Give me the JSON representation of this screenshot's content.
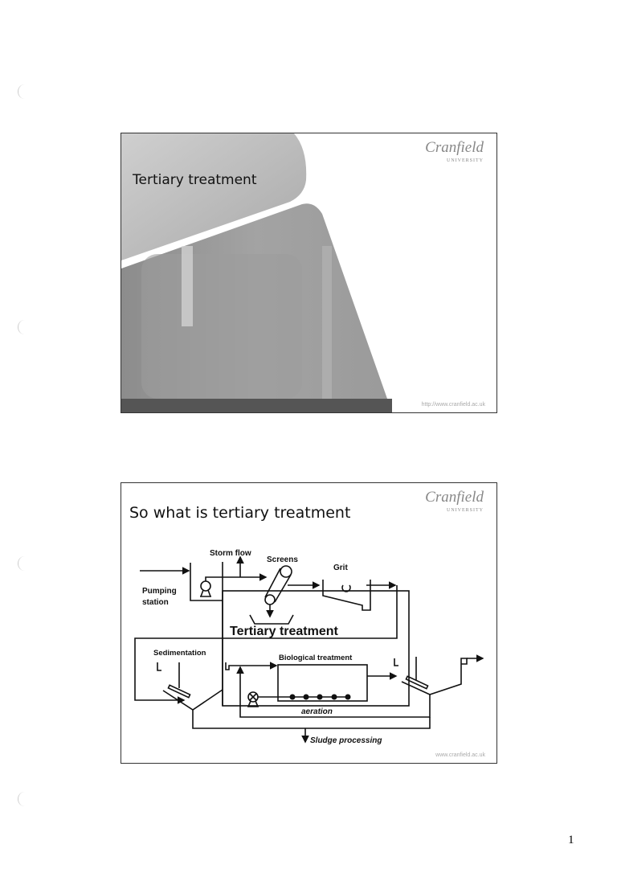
{
  "slides": [
    {
      "title": "Tertiary treatment",
      "logo": "Cranfield",
      "logo_sub": "UNIVERSITY",
      "url": "http://www.cranfield.ac.uk"
    },
    {
      "title": "So what is tertiary treatment",
      "logo": "Cranfield",
      "logo_sub": "UNIVERSITY",
      "url": "www.cranfield.ac.uk",
      "diagram": {
        "storm_flow": "Storm flow",
        "screens": "Screens",
        "grit": "Grit",
        "pumping": "Pumping",
        "station": "station",
        "sedimentation": "Sedimentation",
        "tertiary": "Tertiary treatment",
        "biological": "Biological treatment",
        "aeration": "aeration",
        "sludge": "Sludge processing"
      }
    }
  ],
  "page_number": "1"
}
